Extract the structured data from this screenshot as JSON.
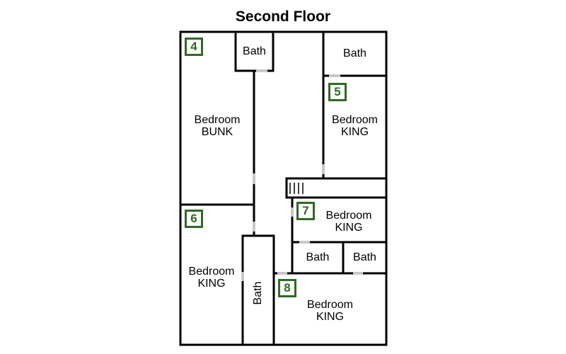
{
  "title": "Second Floor",
  "colors": {
    "wall": "#000000",
    "door": "#c8c8c8",
    "badge": "#2e6b22"
  },
  "rooms": {
    "bath_top_left": {
      "label": "Bath"
    },
    "bath_top_right": {
      "label": "Bath"
    },
    "bedroom_4": {
      "number": "4",
      "line1": "Bedroom",
      "line2": "BUNK"
    },
    "bedroom_5": {
      "number": "5",
      "line1": "Bedroom",
      "line2": "KING"
    },
    "bedroom_6": {
      "number": "6",
      "line1": "Bedroom",
      "line2": "KING"
    },
    "bedroom_7": {
      "number": "7",
      "line1": "Bedroom",
      "line2": "KING"
    },
    "bedroom_8": {
      "number": "8",
      "line1": "Bedroom",
      "line2": "KING"
    },
    "bath_mid_left": {
      "label": "Bath"
    },
    "bath_mid_right": {
      "label": "Bath"
    },
    "bath_vertical": {
      "label": "Bath"
    }
  },
  "stairs": {
    "icon": "stairs-icon"
  }
}
